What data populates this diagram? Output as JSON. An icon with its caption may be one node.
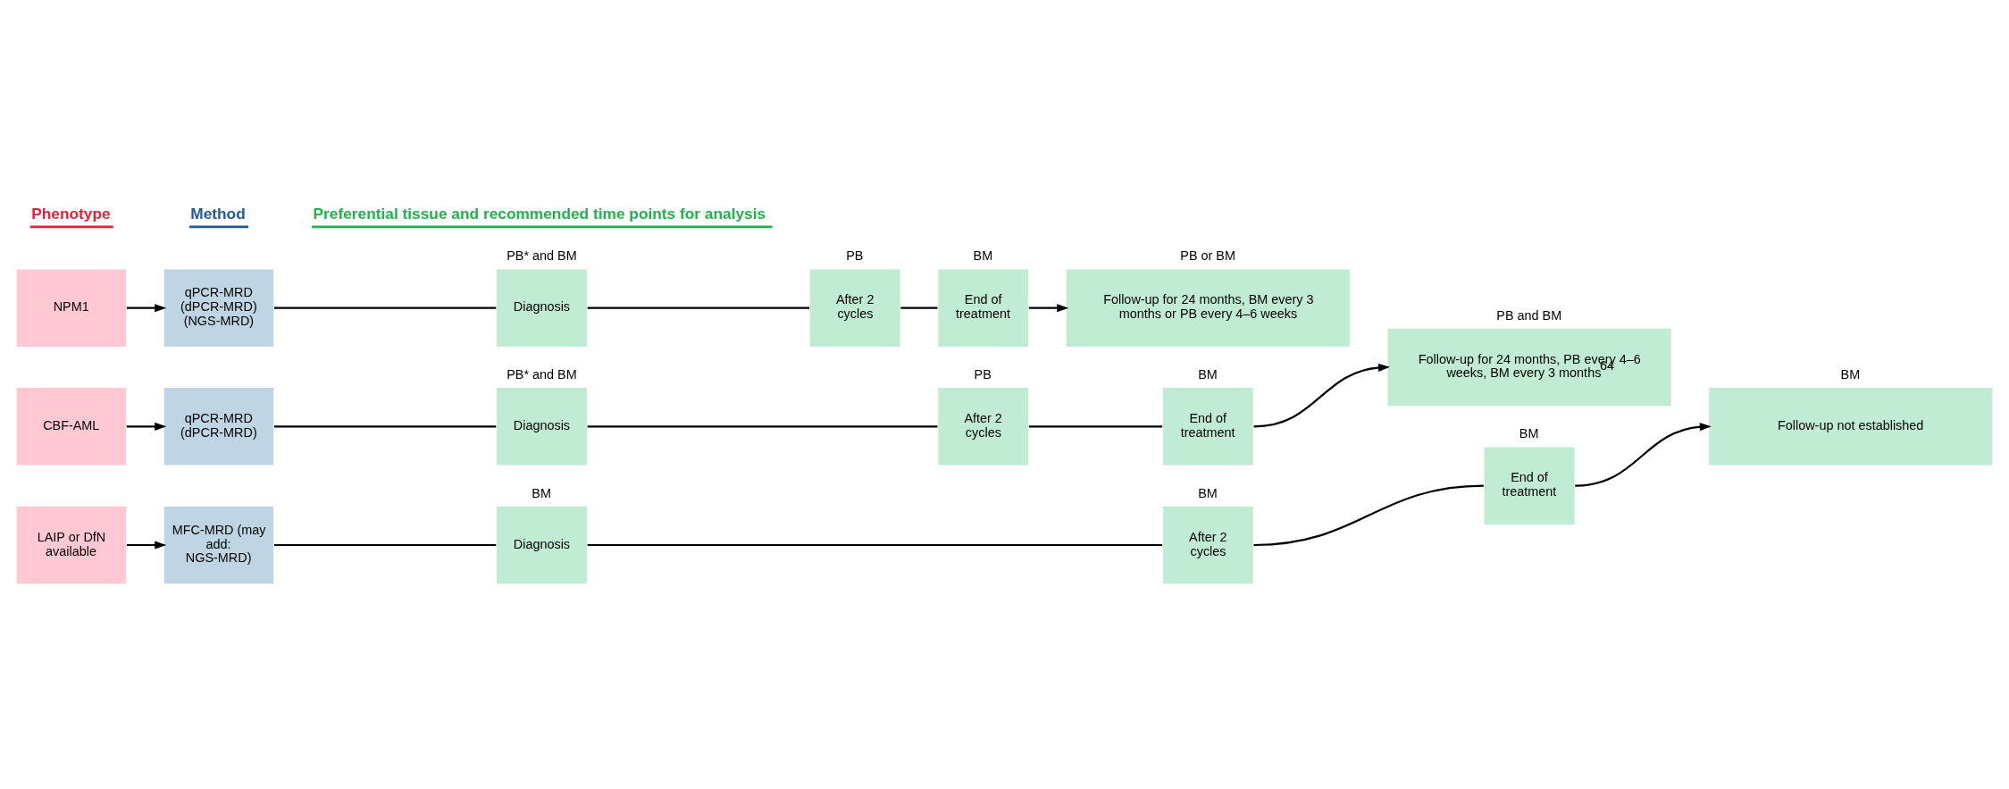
{
  "diagram": {
    "nodes": [
      {
        "text": [
          "NPM1"
        ]
      },
      {
        "text": [
          "qPCR-MRD (dPCR-MRD) (NGS-MRD)"
        ]
      },
      {
        "text": [
          "Diagnosis"
        ],
        "beside": [
          "PB* and BM"
        ]
      },
      {
        "text": [
          "After 2 cycles"
        ],
        "beside": [
          "PB"
        ]
      },
      {
        "text": [
          "End of treatment"
        ],
        "beside": [
          "BM"
        ]
      },
      {
        "text": [
          "Follow-up for 24 months, BM every 3 months or PB every 4–6 weeks"
        ],
        "beside": [
          "PB or BM"
        ]
      },
      {
        "text": [
          "CBF-AML"
        ]
      },
      {
        "text": [
          "qPCR-MRD (dPCR-MRD)"
        ]
      },
      {
        "text": [
          "Diagnosis"
        ],
        "beside": [
          "PB* and BM"
        ]
      },
      {
        "text": [
          "After 2 cycles"
        ],
        "beside": [
          "PB"
        ]
      },
      {
        "text": [
          "End of treatment"
        ],
        "beside": [
          "BM"
        ]
      },
      {
        "text": [
          "Follow-up for 24 months, PB every 4–6 weeks, BM every 3 months$^{64}$"
        ],
        "beside": [
          "PB and BM"
        ]
      },
      {
        "text": [
          "LAIP or DfN available"
        ]
      },
      {
        "text": [
          "MFC-MRD (may add: NGS-MRD)"
        ]
      },
      {
        "text": [
          "Diagnosis"
        ],
        "beside": [
          "BM"
        ]
      },
      {
        "text": [
          "After 2 cycles"
        ],
        "beside": [
          "BM"
        ]
      },
      {
        "text": [
          "End of treatment"
        ],
        "beside": [
          "BM"
        ]
      },
      {
        "text": [
          "Follow-up not established"
        ],
        "beside": [
          "BM"
        ]
      }
    ],
    "edges": [
      {
        "from": 0,
        "to": 1,
        "arrow": "to"
      },
      {
        "from": 1,
        "to": 2,
        "arrow": "none"
      },
      {
        "from": 2,
        "to": 3,
        "arrow": "none"
      },
      {
        "from": 3,
        "to": 4,
        "arrow": "none"
      },
      {
        "from": 4,
        "to": 5,
        "arrow": "to"
      },
      {
        "from": 6,
        "to": 7,
        "arrow": "to"
      },
      {
        "from": 7,
        "to": 8,
        "arrow": "none"
      },
      {
        "from": 8,
        "to": 9,
        "arrow": "none"
      },
      {
        "from": 9,
        "to": 10,
        "arrow": "none"
      },
      {
        "from": 10,
        "to": 11,
        "arrow": "to"
      },
      {
        "from": 12,
        "to": 13,
        "arrow": "to"
      },
      {
        "from": 13,
        "to": 14,
        "arrow": "none"
      },
      {
        "from": 14,
        "to": 15,
        "arrow": "none"
      },
      {
        "from": 15,
        "to": 16,
        "arrow": "none"
      },
      {
        "from": 16,
        "to": 17,
        "arrow": "to"
      }
    ],
    "labels": [
      "Phenotype",
      "Method",
      "Preferential tissue and recommended time points for analysis"
    ]
  }
}
